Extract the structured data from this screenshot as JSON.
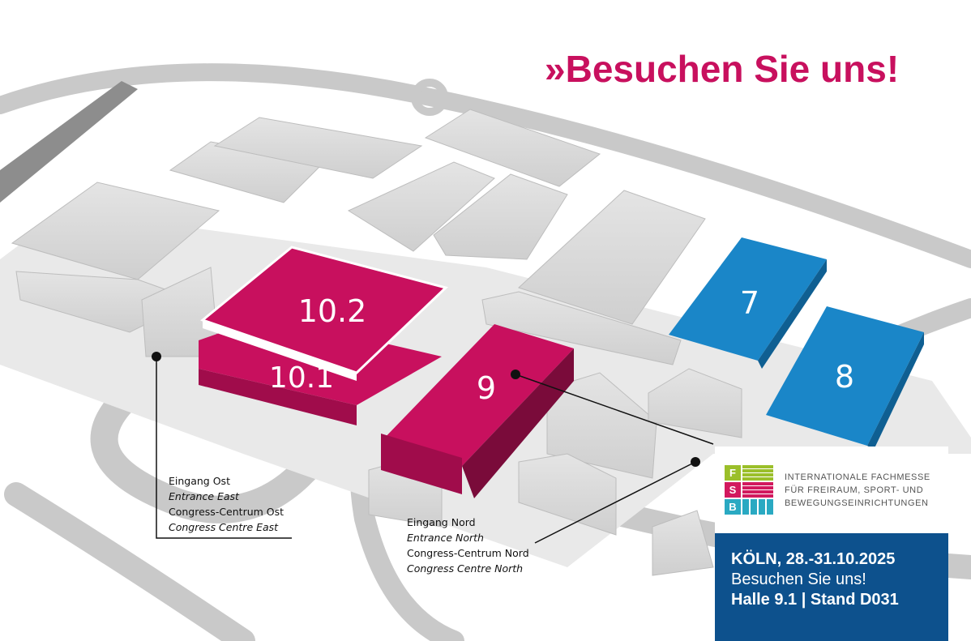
{
  "headline": {
    "chevrons": "»",
    "text": "Besuchen Sie uns!"
  },
  "halls": {
    "h10_2": "10.2",
    "h10_1": "10.1",
    "h9": "9",
    "h7": "7",
    "h8": "8"
  },
  "entrances": {
    "east": {
      "line1": "Eingang Ost",
      "line2": "Entrance East",
      "line3": "Congress-Centrum Ost",
      "line4": "Congress Centre East"
    },
    "north": {
      "line1": "Eingang Nord",
      "line2": "Entrance North",
      "line3": "Congress-Centrum Nord",
      "line4": "Congress Centre North"
    }
  },
  "infobox": {
    "logo_letters": [
      "F",
      "S",
      "B"
    ],
    "fair_lines": [
      "INTERNATIONALE FACHMESSE",
      "FÜR FREIRAUM, SPORT- UND",
      "BEWEGUNGSEINRICHTUNGEN"
    ],
    "city_date": "KÖLN, 28.-31.10.2025",
    "visit": "Besuchen Sie uns!",
    "stand": "Halle 9.1 | Stand D031"
  },
  "colors": {
    "magenta": "#c8105e",
    "blue": "#1a86c8",
    "infobox_blue": "#0d518d"
  }
}
